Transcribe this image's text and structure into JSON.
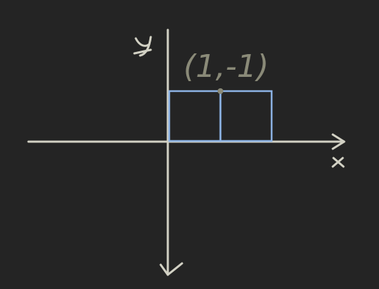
{
  "axes": {
    "x_label": "x",
    "y_label": "y"
  },
  "annotation": {
    "text": "(1,-1)"
  },
  "colors": {
    "background": "#242424",
    "axes": "#d2d1c4",
    "boxes": "#8cb2e4",
    "annotation": "#8a8a78"
  },
  "boxes": [
    {
      "name": "left-square"
    },
    {
      "name": "right-square"
    }
  ]
}
